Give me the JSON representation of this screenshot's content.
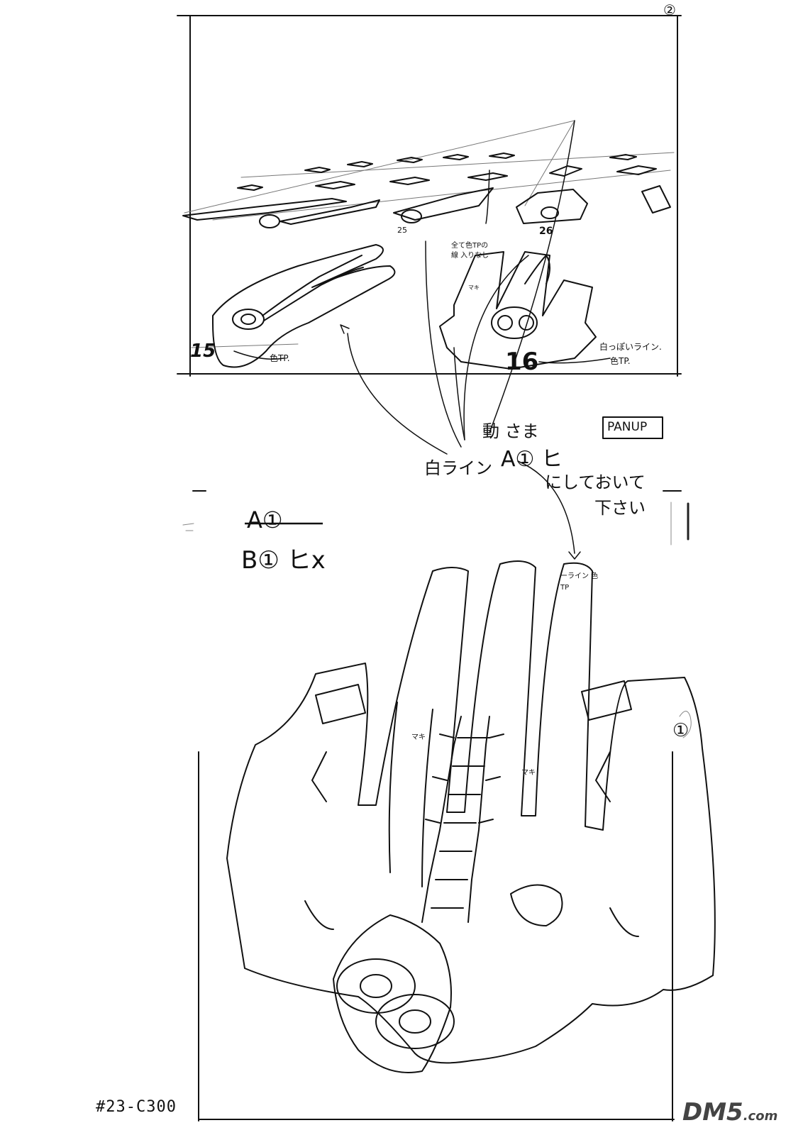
{
  "sheet": {
    "page_mark": "②",
    "cut_number": "#23-C300",
    "watermark_main": "DM5",
    "watermark_suffix": ".com"
  },
  "panel_a": {
    "label_15": "15",
    "label_16": "16",
    "label_25": "25",
    "label_26": "26",
    "note_all_same": "全て色TPの線 入りなし",
    "note_iro_tp_left": "色TP.",
    "note_white_line": "白っぽいライン.",
    "note_iro_tp_right": "色TP.",
    "note_maki": "マキ",
    "pan_label": "PANUP"
  },
  "instructions": {
    "line1": "動 さま",
    "line2": "A① ヒ",
    "line3": "白ライン",
    "line4": "にしておいて",
    "line5": "下さい"
  },
  "panel_b": {
    "struck_label": "A①",
    "label": "B① ヒx",
    "note_line": "ーライン 色TP",
    "maki_left": "マキ",
    "maki_right": "マキ",
    "side_mark": "①"
  }
}
